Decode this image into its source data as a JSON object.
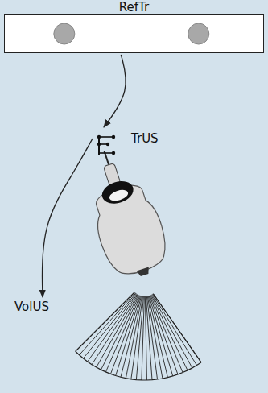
{
  "diagram": {
    "nodes": [
      {
        "text": [
          "RefTr"
        ]
      },
      {
        "text": [
          "TrUS"
        ]
      },
      {
        "text": [
          "VolUS"
        ]
      }
    ],
    "edges": [
      {
        "from": 0,
        "to": 1,
        "arrow": "to"
      },
      {
        "from": 1,
        "to": 2,
        "arrow": "to"
      }
    ]
  }
}
